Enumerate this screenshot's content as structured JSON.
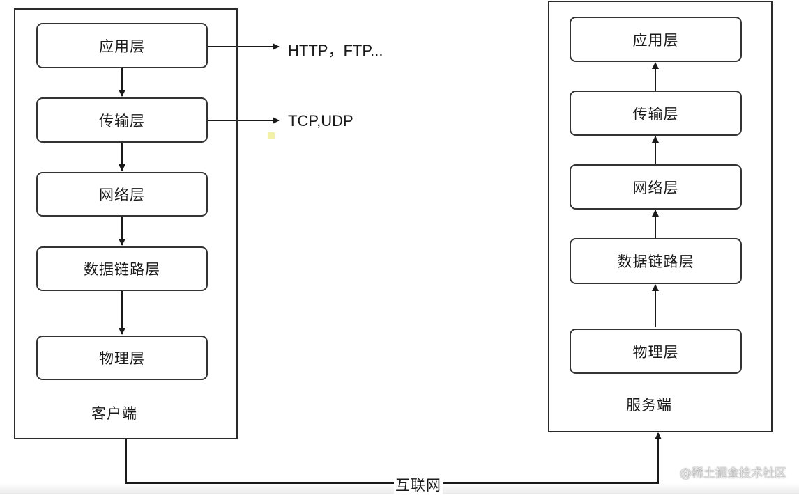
{
  "client": {
    "caption": "客户端",
    "layers": [
      "应用层",
      "传输层",
      "网络层",
      "数据链路层",
      "物理层"
    ]
  },
  "server": {
    "caption": "服务端",
    "layers": [
      "应用层",
      "传输层",
      "网络层",
      "数据链路层",
      "物理层"
    ]
  },
  "protocols": {
    "application": "HTTP，FTP...",
    "transport": "TCP,UDP"
  },
  "network_label": "互联网",
  "watermark": "@稀土掘金技术社区",
  "colors": {
    "line": "#1a1a1a",
    "box_border": "#333333",
    "marker": "#f3f0a8"
  }
}
